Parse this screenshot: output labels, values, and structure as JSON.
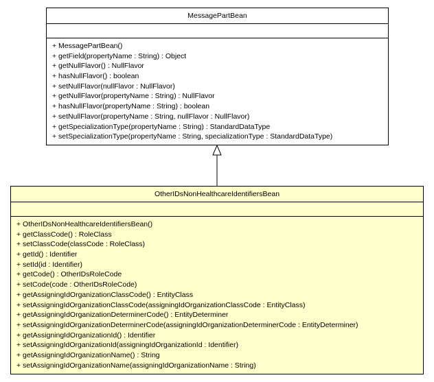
{
  "parent_class": {
    "name": "MessagePartBean",
    "operations": [
      "+ MessagePartBean()",
      "+ getField(propertyName : String) : Object",
      "+ getNullFlavor() : NullFlavor",
      "+ hasNullFlavor() : boolean",
      "+ setNullFlavor(nullFlavor : NullFlavor)",
      "+ getNullFlavor(propertyName : String) : NullFlavor",
      "+ hasNullFlavor(propertyName : String) : boolean",
      "+ setNullFlavor(propertyName : String, nullFlavor : NullFlavor)",
      "+ getSpecializationType(propertyName : String) : StandardDataType",
      "+ setSpecializationType(propertyName : String, specializationType : StandardDataType)"
    ]
  },
  "child_class": {
    "name": "OtherIDsNonHealthcareIdentifiersBean",
    "background_color": "#ffffcc",
    "operations": [
      "+ OtherIDsNonHealthcareIdentifiersBean()",
      "+ getClassCode() : RoleClass",
      "+ setClassCode(classCode : RoleClass)",
      "+ getId() : Identifier",
      "+ setId(id : Identifier)",
      "+ getCode() : OtherIDsRoleCode",
      "+ setCode(code : OtherIDsRoleCode)",
      "+ getAssigningIdOrganizationClassCode() : EntityClass",
      "+ setAssigningIdOrganizationClassCode(assigningIdOrganizationClassCode : EntityClass)",
      "+ getAssigningIdOrganizationDeterminerCode() : EntityDeterminer",
      "+ setAssigningIdOrganizationDeterminerCode(assigningIdOrganizationDeterminerCode : EntityDeterminer)",
      "+ getAssigningIdOrganizationId() : Identifier",
      "+ setAssigningIdOrganizationId(assigningIdOrganizationId : Identifier)",
      "+ getAssigningIdOrganizationName() : String",
      "+ setAssigningIdOrganizationName(assigningIdOrganizationName : String)"
    ]
  }
}
